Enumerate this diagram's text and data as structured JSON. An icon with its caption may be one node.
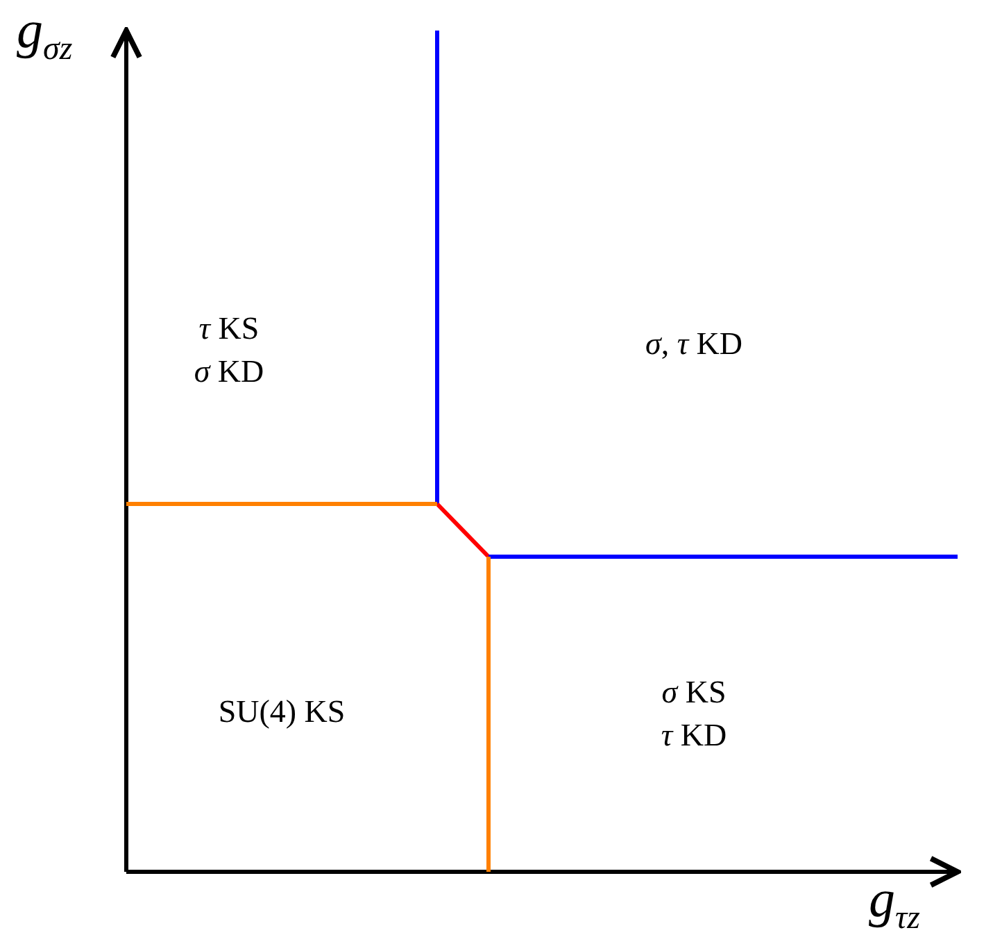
{
  "diagram": {
    "labels": [
      "g$_{σz}$",
      "*τ* KS",
      "*σ* KD",
      "*σ*, *τ* KD",
      "SU(4) KS",
      "*σ* KS",
      "*τ* KD",
      "g$_{τz}$"
    ]
  }
}
